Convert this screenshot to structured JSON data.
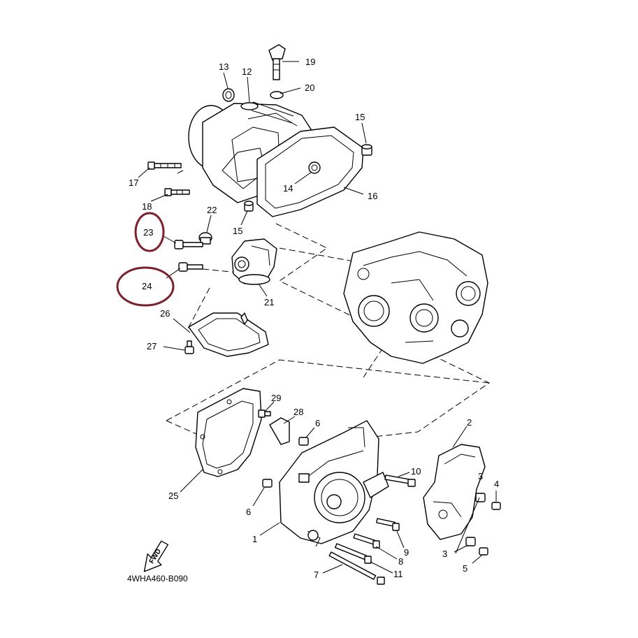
{
  "diagram_code": "4WHA460-B090",
  "fwd_label": "FWD",
  "highlight_color": "#7a1f2b",
  "callouts": [
    {
      "id": "19",
      "label": "19"
    },
    {
      "id": "20",
      "label": "20"
    },
    {
      "id": "13",
      "label": "13"
    },
    {
      "id": "12",
      "label": "12"
    },
    {
      "id": "15a",
      "label": "15"
    },
    {
      "id": "17",
      "label": "17"
    },
    {
      "id": "14",
      "label": "14"
    },
    {
      "id": "16",
      "label": "16"
    },
    {
      "id": "18",
      "label": "18"
    },
    {
      "id": "22",
      "label": "22"
    },
    {
      "id": "15b",
      "label": "15"
    },
    {
      "id": "23",
      "label": "23",
      "highlighted": true
    },
    {
      "id": "24",
      "label": "24",
      "highlighted": true
    },
    {
      "id": "21",
      "label": "21"
    },
    {
      "id": "26",
      "label": "26"
    },
    {
      "id": "27",
      "label": "27"
    },
    {
      "id": "29",
      "label": "29"
    },
    {
      "id": "28",
      "label": "28"
    },
    {
      "id": "6a",
      "label": "6"
    },
    {
      "id": "2",
      "label": "2"
    },
    {
      "id": "10",
      "label": "10"
    },
    {
      "id": "4",
      "label": "4"
    },
    {
      "id": "25",
      "label": "25"
    },
    {
      "id": "6b",
      "label": "6"
    },
    {
      "id": "1",
      "label": "1"
    },
    {
      "id": "9",
      "label": "9"
    },
    {
      "id": "3a",
      "label": "3"
    },
    {
      "id": "3b",
      "label": "3"
    },
    {
      "id": "8",
      "label": "8"
    },
    {
      "id": "5",
      "label": "5"
    },
    {
      "id": "7",
      "label": "7"
    },
    {
      "id": "11",
      "label": "11"
    }
  ]
}
